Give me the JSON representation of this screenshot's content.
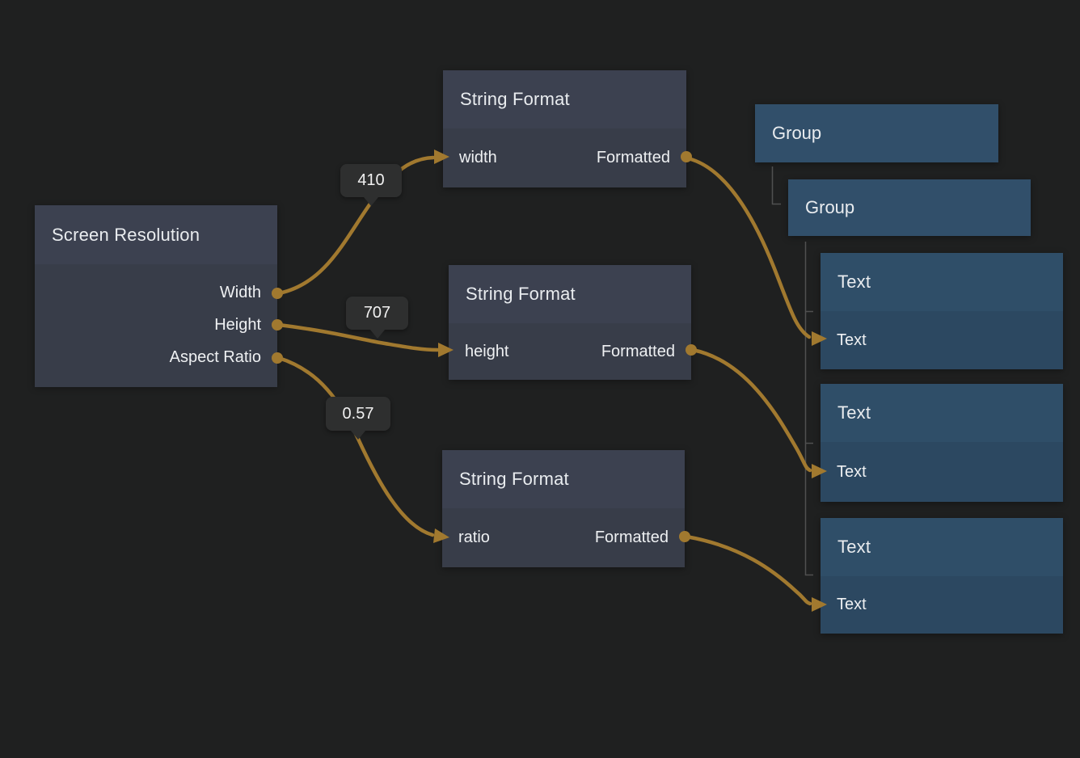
{
  "app": {
    "background": "#1f2020",
    "wire_color": "#a1792f",
    "tree_line_color": "#505050",
    "badge_background": "#2e2f2f"
  },
  "nodes": [
    {
      "id": "screen-resolution",
      "title": "Screen Resolution",
      "outputs": [
        {
          "label": "Width"
        },
        {
          "label": "Height"
        },
        {
          "label": "Aspect Ratio"
        }
      ]
    },
    {
      "id": "string-format-width",
      "title": "String Format",
      "inputs": [
        {
          "label": "width"
        }
      ],
      "outputs": [
        {
          "label": "Formatted"
        }
      ]
    },
    {
      "id": "string-format-height",
      "title": "String Format",
      "inputs": [
        {
          "label": "height"
        }
      ],
      "outputs": [
        {
          "label": "Formatted"
        }
      ]
    },
    {
      "id": "string-format-ratio",
      "title": "String Format",
      "inputs": [
        {
          "label": "ratio"
        }
      ],
      "outputs": [
        {
          "label": "Formatted"
        }
      ]
    },
    {
      "id": "group-outer",
      "title": "Group"
    },
    {
      "id": "group-inner",
      "title": "Group"
    },
    {
      "id": "text-width",
      "title": "Text",
      "inputs": [
        {
          "label": "Text"
        }
      ]
    },
    {
      "id": "text-height",
      "title": "Text",
      "inputs": [
        {
          "label": "Text"
        }
      ]
    },
    {
      "id": "text-ratio",
      "title": "Text",
      "inputs": [
        {
          "label": "Text"
        }
      ]
    }
  ],
  "badges": [
    {
      "value": "410"
    },
    {
      "value": "707"
    },
    {
      "value": "0.57"
    }
  ],
  "connections": [
    {
      "from": "screen-resolution.Width",
      "to": "string-format-width.width",
      "value": "410"
    },
    {
      "from": "screen-resolution.Height",
      "to": "string-format-height.height",
      "value": "707"
    },
    {
      "from": "screen-resolution.Aspect Ratio",
      "to": "string-format-ratio.ratio",
      "value": "0.57"
    },
    {
      "from": "string-format-width.Formatted",
      "to": "text-width.Text"
    },
    {
      "from": "string-format-height.Formatted",
      "to": "text-height.Text"
    },
    {
      "from": "string-format-ratio.Formatted",
      "to": "text-ratio.Text"
    },
    {
      "parent": "group-outer",
      "child": "group-inner"
    },
    {
      "parent": "group-inner",
      "children": [
        "text-width",
        "text-height",
        "text-ratio"
      ]
    }
  ]
}
